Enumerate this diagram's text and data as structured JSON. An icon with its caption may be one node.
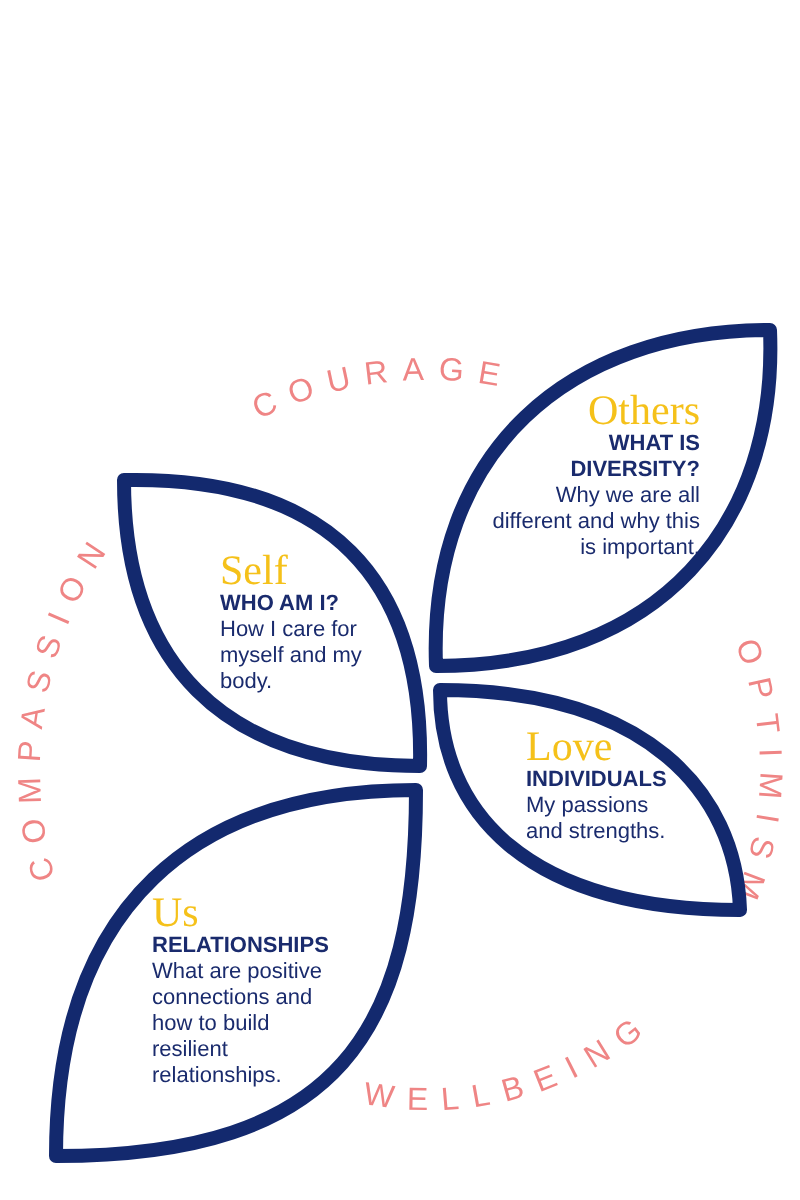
{
  "diagram": {
    "nodes": [
      {
        "text": [
          "Self",
          "WHO AM I?",
          "How I care for myself and my body."
        ]
      },
      {
        "text": [
          "Others",
          "WHAT IS DIVERSITY?",
          "Why we are all different and why this is important."
        ]
      },
      {
        "text": [
          "Love",
          "INDIVIDUALS",
          "My passions and strengths."
        ]
      },
      {
        "text": [
          "Us",
          "RELATIONSHIPS",
          "What are positive connections and how to build resilient relationships."
        ]
      }
    ],
    "labels": [
      "COURAGE",
      "COMPASSION",
      "OPTIMISM",
      "WELLBEING"
    ]
  }
}
